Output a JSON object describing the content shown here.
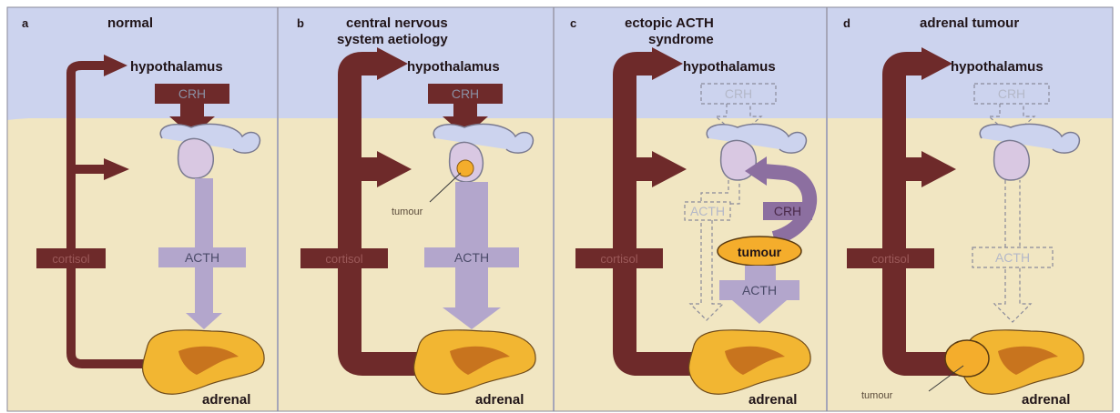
{
  "panels": [
    {
      "letter": "a",
      "title": [
        "normal"
      ],
      "hypothalamus": "hypothalamus",
      "crh": "CRH",
      "acth": "ACTH",
      "cortisol": "cortisol",
      "adrenal": "adrenal"
    },
    {
      "letter": "b",
      "title": [
        "central nervous",
        "system aetiology"
      ],
      "hypothalamus": "hypothalamus",
      "crh": "CRH",
      "acth": "ACTH",
      "cortisol": "cortisol",
      "adrenal": "adrenal",
      "tumour_label": "tumour"
    },
    {
      "letter": "c",
      "title": [
        "ectopic ACTH",
        "syndrome"
      ],
      "hypothalamus": "hypothalamus",
      "crh_top": "CRH",
      "acth_dashed": "ACTH",
      "crh_loop": "CRH",
      "tumour": "tumour",
      "acth": "ACTH",
      "cortisol": "cortisol",
      "adrenal": "adrenal"
    },
    {
      "letter": "d",
      "title": [
        "adrenal tumour"
      ],
      "hypothalamus": "hypothalamus",
      "crh": "CRH",
      "acth": "ACTH",
      "cortisol": "cortisol",
      "adrenal": "adrenal",
      "tumour_label": "tumour"
    }
  ],
  "colors": {
    "upper_bg": "#ccd3ee",
    "lower_bg": "#f1e6c2",
    "maroon": "#6e2a2a",
    "lavender": "#b3a6cc",
    "lavender_dark": "#8c6fa0",
    "adrenal_outer": "#f2b632",
    "adrenal_inner": "#c8741e",
    "tumour_fill": "#f4ad2c",
    "divider": "#a6a6b8"
  }
}
